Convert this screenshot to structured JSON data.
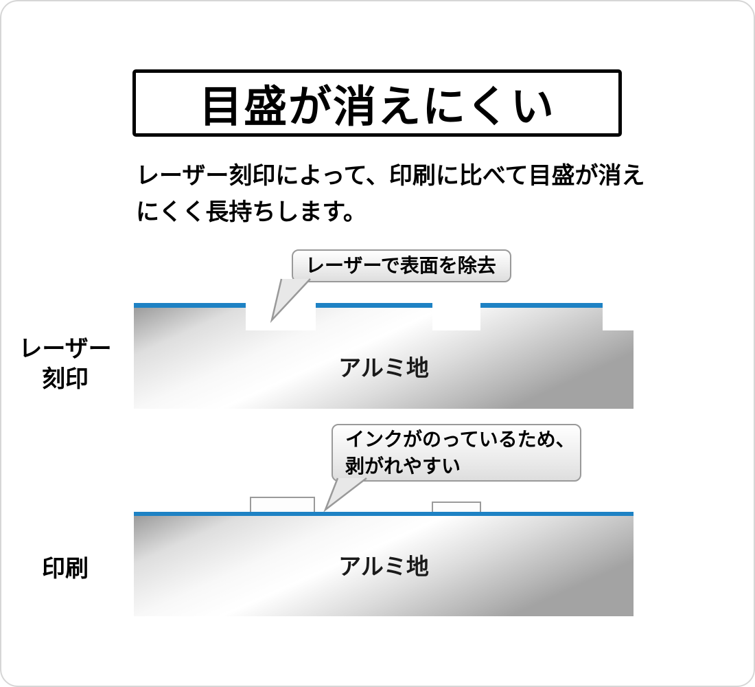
{
  "page": {
    "title": "目盛が消えにくい",
    "description": "レーザー刻印によって、印刷に比べて目盛が消えにくく長持ちします。"
  },
  "laser": {
    "label_line1": "レーザー",
    "label_line2": "刻印",
    "callout": "レーザーで表面を除去",
    "material_label": "アルミ地"
  },
  "print": {
    "label": "印刷",
    "callout_line1": "インクがのっているため、",
    "callout_line2": "剥がれやすい",
    "material_label": "アルミ地"
  },
  "colors": {
    "coating_blue": "#1e82c4",
    "title_border": "#000000",
    "bubble_border": "#999999"
  }
}
